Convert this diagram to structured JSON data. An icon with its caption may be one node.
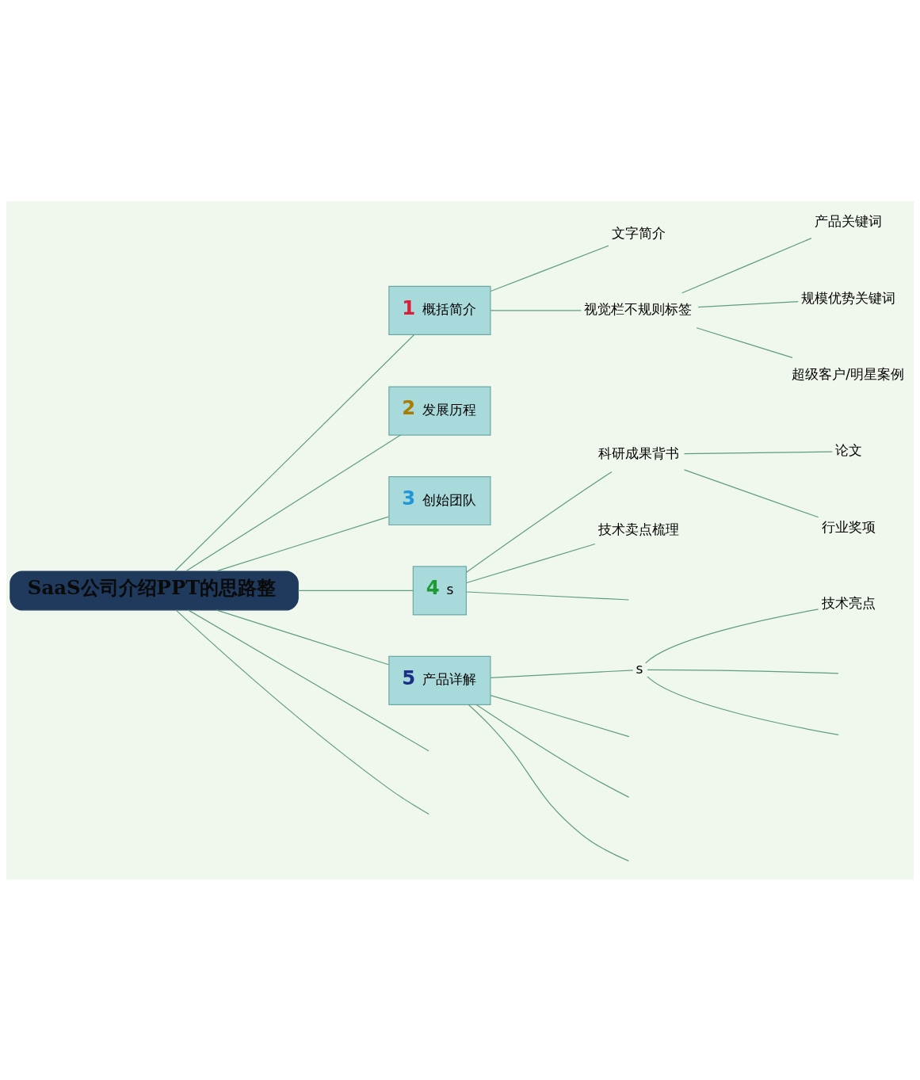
{
  "diagram": {
    "nodes": [
      {
        "text": [
          "SaaS公司介绍PPT的思路整"
        ]
      },
      {
        "text": [
          "1",
          "概括简介"
        ]
      },
      {
        "text": [
          "文字简介"
        ]
      },
      {
        "text": [
          "视觉栏不规则标签"
        ]
      },
      {
        "text": [
          "产品关键词"
        ]
      },
      {
        "text": [
          "规模优势关键词"
        ]
      },
      {
        "text": [
          "超级客户/明星案例"
        ]
      },
      {
        "text": [
          "2",
          "发展历程"
        ]
      },
      {
        "text": [
          "3",
          "创始团队"
        ]
      },
      {
        "text": [
          "4",
          "s"
        ]
      },
      {
        "text": [
          "科研成果背书"
        ]
      },
      {
        "text": [
          "论文"
        ]
      },
      {
        "text": [
          "行业奖项"
        ]
      },
      {
        "text": [
          "技术卖点梳理"
        ]
      },
      {
        "text": [
          "5",
          "产品详解"
        ]
      },
      {
        "text": [
          "s"
        ]
      },
      {
        "text": [
          "技术亮点"
        ]
      }
    ],
    "edges": [
      {
        "from": 0,
        "to": 1,
        "arrow": "none"
      },
      {
        "from": 0,
        "to": 7,
        "arrow": "none"
      },
      {
        "from": 0,
        "to": 8,
        "arrow": "none"
      },
      {
        "from": 0,
        "to": 9,
        "arrow": "none"
      },
      {
        "from": 0,
        "to": 14,
        "arrow": "none"
      },
      {
        "from": 0,
        "to": null,
        "arrow": "none"
      },
      {
        "from": 0,
        "to": null,
        "arrow": "none"
      },
      {
        "from": 1,
        "to": 2,
        "arrow": "none"
      },
      {
        "from": 1,
        "to": 3,
        "arrow": "none"
      },
      {
        "from": 3,
        "to": 4,
        "arrow": "none"
      },
      {
        "from": 3,
        "to": 5,
        "arrow": "none"
      },
      {
        "from": 3,
        "to": 6,
        "arrow": "none"
      },
      {
        "from": 9,
        "to": 10,
        "arrow": "none"
      },
      {
        "from": 9,
        "to": 13,
        "arrow": "none"
      },
      {
        "from": 9,
        "to": null,
        "arrow": "none"
      },
      {
        "from": 10,
        "to": 11,
        "arrow": "none"
      },
      {
        "from": 10,
        "to": 12,
        "arrow": "none"
      },
      {
        "from": 14,
        "to": 15,
        "arrow": "none"
      },
      {
        "from": 14,
        "to": null,
        "arrow": "none"
      },
      {
        "from": 14,
        "to": null,
        "arrow": "none"
      },
      {
        "from": 14,
        "to": null,
        "arrow": "none"
      },
      {
        "from": 15,
        "to": 16,
        "arrow": "none"
      },
      {
        "from": 15,
        "to": null,
        "arrow": "none"
      },
      {
        "from": 15,
        "to": null,
        "arrow": "none"
      }
    ]
  }
}
